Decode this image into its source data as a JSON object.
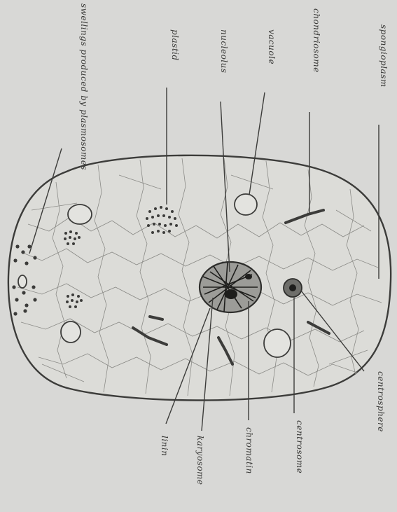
{
  "labels": {
    "swellings": "swellings produced by plasmosomes",
    "plastid": "plastid",
    "nucleolus": "nucleolus",
    "vacuole": "vacuole",
    "chondriosome": "chondriosome",
    "spongioplasm": "spongioplasm",
    "centrosphere": "centrosphere",
    "centrosome": "centrosome",
    "chromatin": "chromatin",
    "karyosome": "karyosome",
    "linin": "linin"
  },
  "colors": {
    "background": "#d8d8d6",
    "ink": "#3c3c3a"
  }
}
